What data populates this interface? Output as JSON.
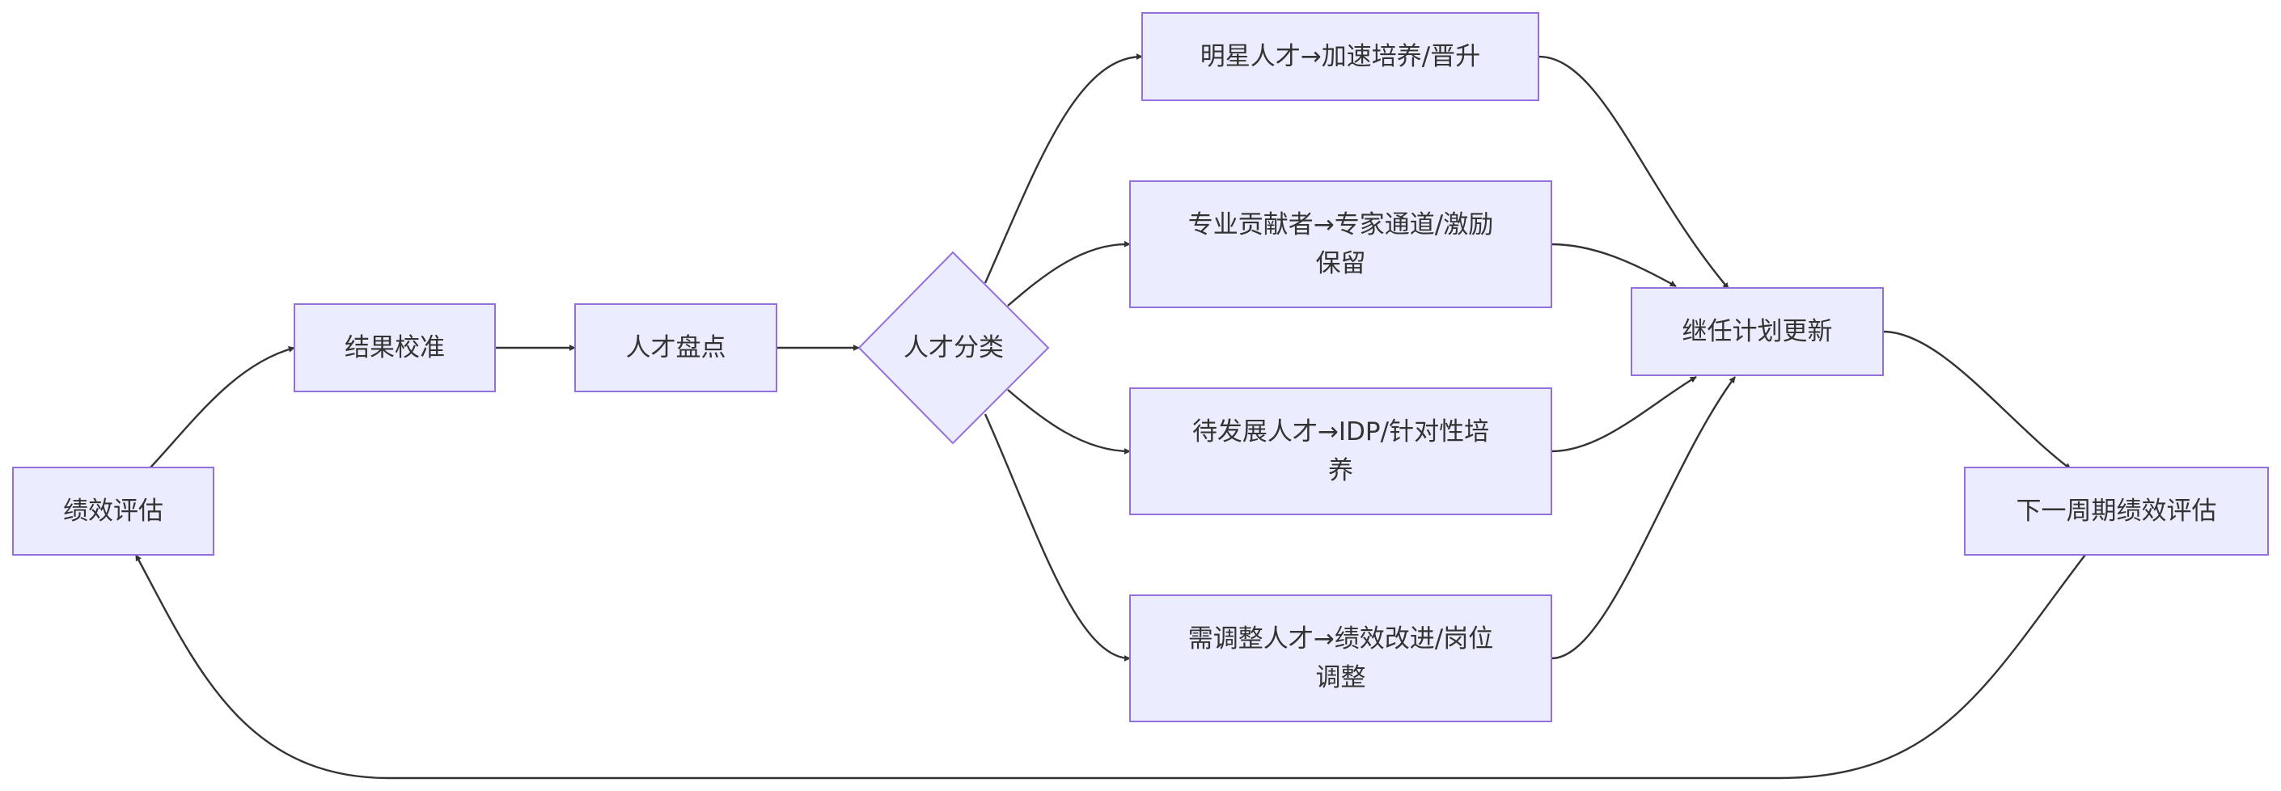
{
  "diagram": {
    "nodes": {
      "perf_eval": "绩效评估",
      "calibration": "结果校准",
      "talent_review": "人才盘点",
      "classify": "人才分类",
      "star": "明星人才→加速培养/晋升",
      "expert": "专业贡献者→专家通道/激励保留",
      "develop": "待发展人才→IDP/针对性培养",
      "adjust": "需调整人才→绩效改进/岗位调整",
      "succession": "继任计划更新",
      "next_cycle": "下一周期绩效评估"
    },
    "edges": [
      {
        "from": "perf_eval",
        "to": "calibration"
      },
      {
        "from": "calibration",
        "to": "talent_review"
      },
      {
        "from": "talent_review",
        "to": "classify"
      },
      {
        "from": "classify",
        "to": "star"
      },
      {
        "from": "classify",
        "to": "expert"
      },
      {
        "from": "classify",
        "to": "develop"
      },
      {
        "from": "classify",
        "to": "adjust"
      },
      {
        "from": "star",
        "to": "succession"
      },
      {
        "from": "expert",
        "to": "succession"
      },
      {
        "from": "develop",
        "to": "succession"
      },
      {
        "from": "adjust",
        "to": "succession"
      },
      {
        "from": "succession",
        "to": "next_cycle"
      },
      {
        "from": "next_cycle",
        "to": "perf_eval"
      }
    ],
    "colors": {
      "node_fill": "#ececff",
      "node_stroke": "#9370db",
      "edge": "#333333",
      "text": "#333333"
    }
  }
}
